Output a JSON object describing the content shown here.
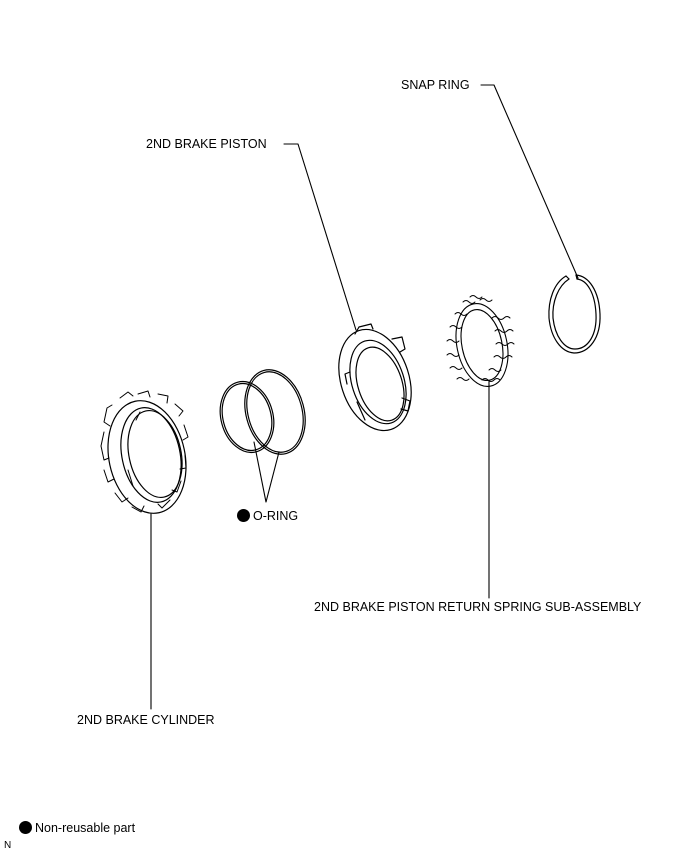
{
  "labels": {
    "snap_ring": "SNAP RING",
    "piston": "2ND BRAKE PISTON",
    "o_ring": "O-RING",
    "return_spring": "2ND BRAKE PISTON RETURN SPRING SUB-ASSEMBLY",
    "cylinder": "2ND BRAKE CYLINDER"
  },
  "legend": {
    "non_reusable": "Non-reusable part"
  },
  "corner_mark": "N"
}
